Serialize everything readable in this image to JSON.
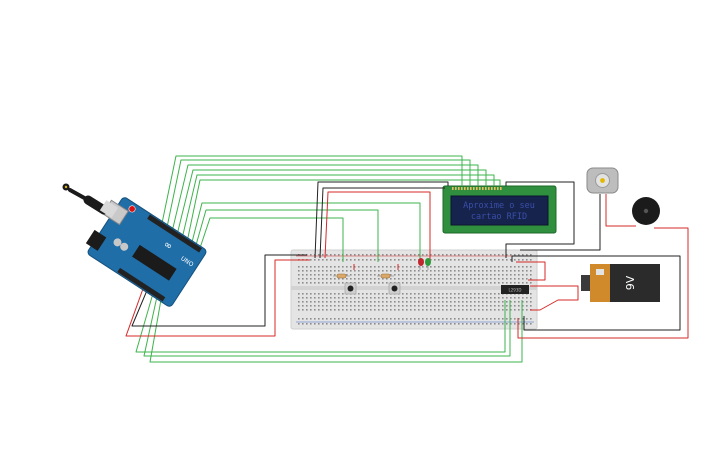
{
  "lcd": {
    "line1": "Aproxime o seu",
    "line2": "cartao RFID"
  },
  "battery": {
    "label": "9V"
  },
  "arduino": {
    "brand": "UNO",
    "logo": "∞"
  },
  "ic": {
    "label": "L293D"
  },
  "colors": {
    "wire_green": "#3cb44b",
    "wire_red": "#d62828",
    "wire_black": "#222222",
    "arduino_blue": "#1f6ea8",
    "breadboard": "#e6e6e6",
    "lcd_frame": "#2f8f3e",
    "lcd_screen": "#16234d",
    "battery_body": "#2b2b2b",
    "battery_cap": "#d08a2c"
  },
  "icons": [
    "arduino-board",
    "breadboard",
    "lcd-display",
    "dc-motor",
    "piezo-buzzer",
    "battery-9v",
    "push-button",
    "resistor",
    "led-red",
    "led-green",
    "usb-cable"
  ]
}
